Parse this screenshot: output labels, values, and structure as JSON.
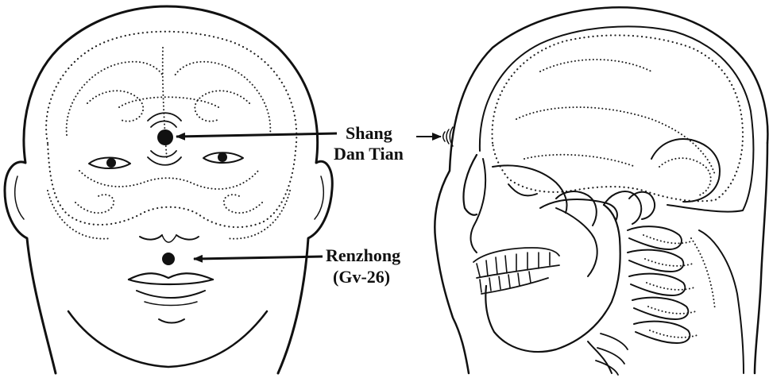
{
  "labels": {
    "shang": "Shang",
    "dan_tian": "Dan Tian",
    "renzhong": "Renzhong",
    "renzhong_code": "(Gv-26)"
  },
  "colors": {
    "ink": "#111111",
    "background": "#ffffff"
  }
}
